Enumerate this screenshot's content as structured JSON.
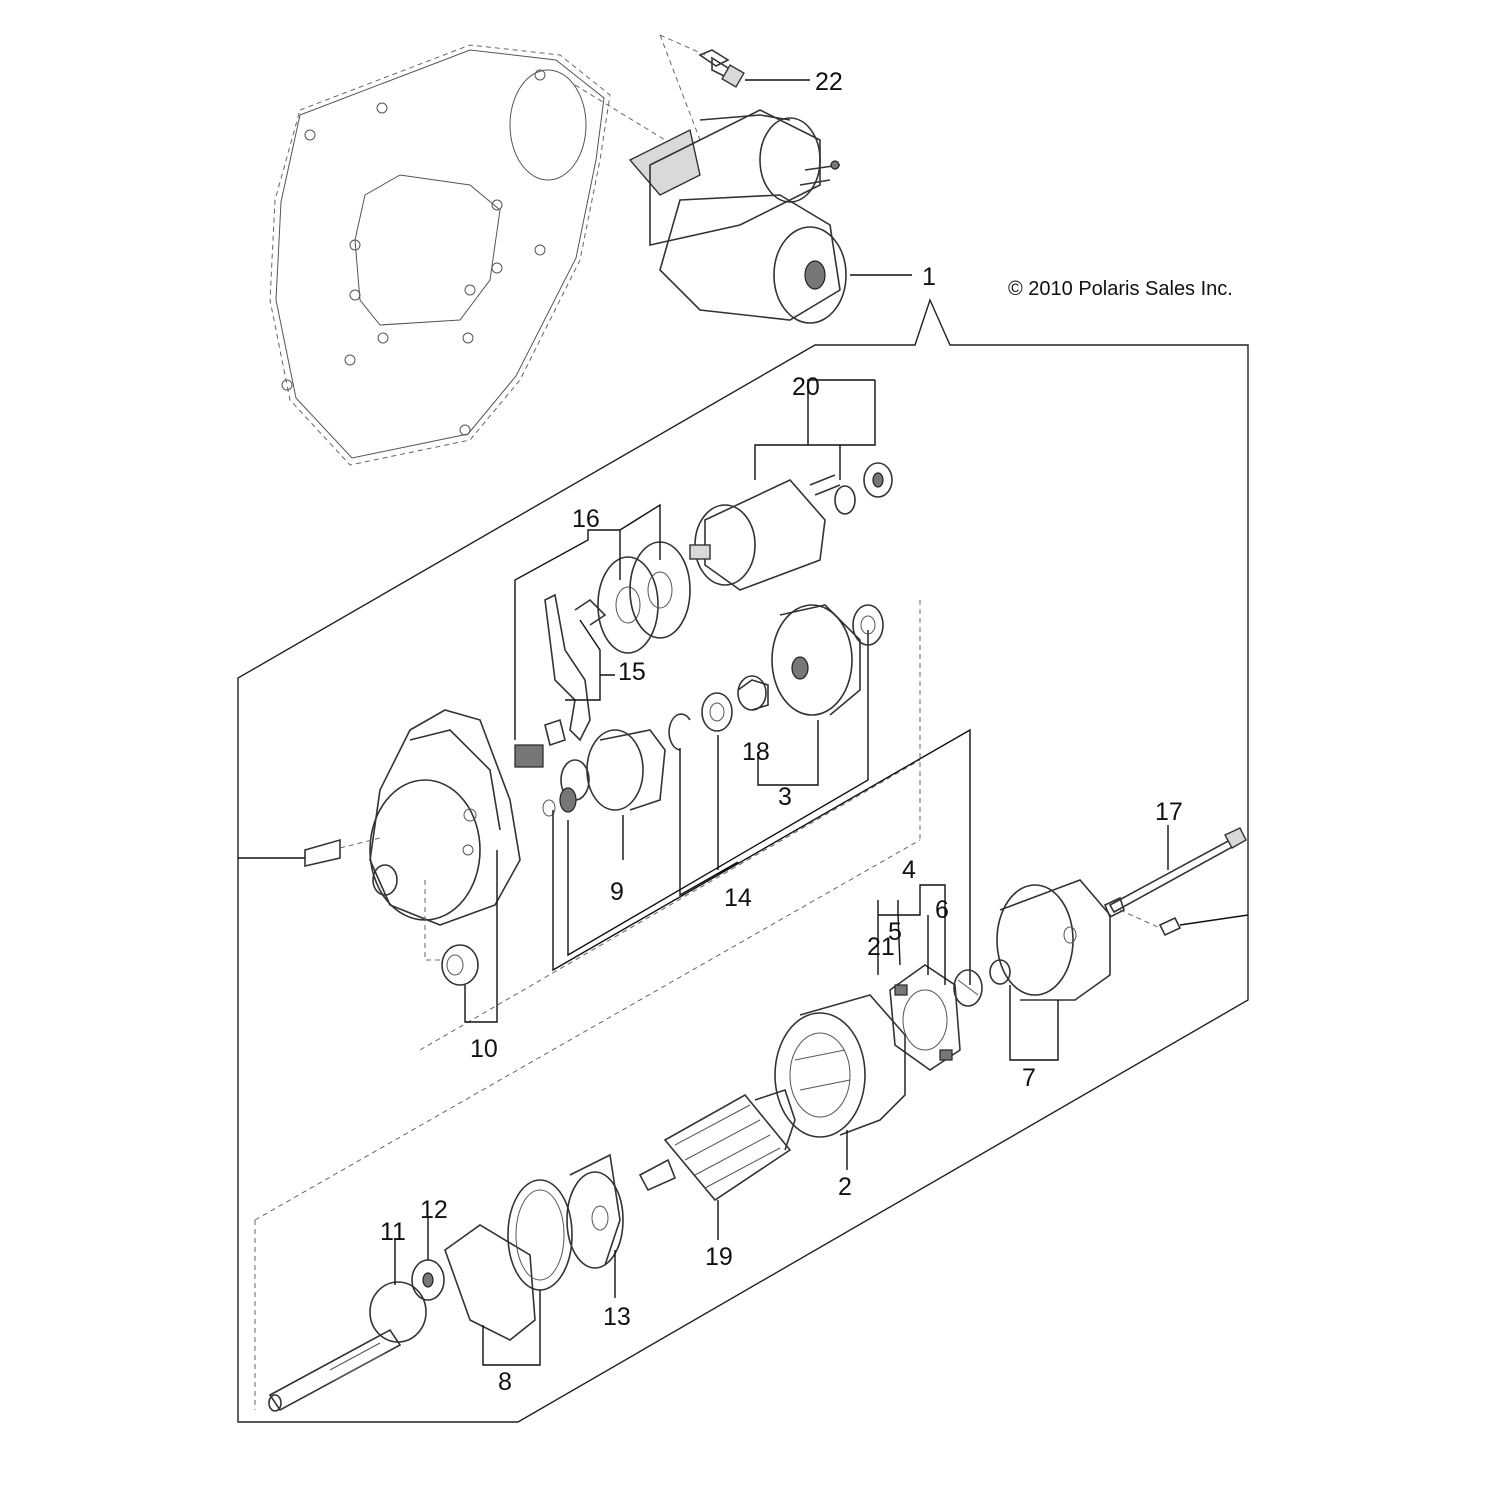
{
  "copyright": "© 2010 Polaris Sales Inc.",
  "callouts": [
    {
      "id": "22",
      "text": "22"
    },
    {
      "id": "1",
      "text": "1"
    },
    {
      "id": "20",
      "text": "20"
    },
    {
      "id": "16",
      "text": "16"
    },
    {
      "id": "15",
      "text": "15"
    },
    {
      "id": "10",
      "text": "10"
    },
    {
      "id": "9",
      "text": "9"
    },
    {
      "id": "18",
      "text": "18"
    },
    {
      "id": "14",
      "text": "14"
    },
    {
      "id": "3",
      "text": "3"
    },
    {
      "id": "4",
      "text": "4"
    },
    {
      "id": "5",
      "text": "5"
    },
    {
      "id": "6",
      "text": "6"
    },
    {
      "id": "21",
      "text": "21"
    },
    {
      "id": "17",
      "text": "17"
    },
    {
      "id": "7",
      "text": "7"
    },
    {
      "id": "2",
      "text": "2"
    },
    {
      "id": "19",
      "text": "19"
    },
    {
      "id": "13",
      "text": "13"
    },
    {
      "id": "8",
      "text": "8"
    },
    {
      "id": "12",
      "text": "12"
    },
    {
      "id": "11",
      "text": "11"
    }
  ]
}
